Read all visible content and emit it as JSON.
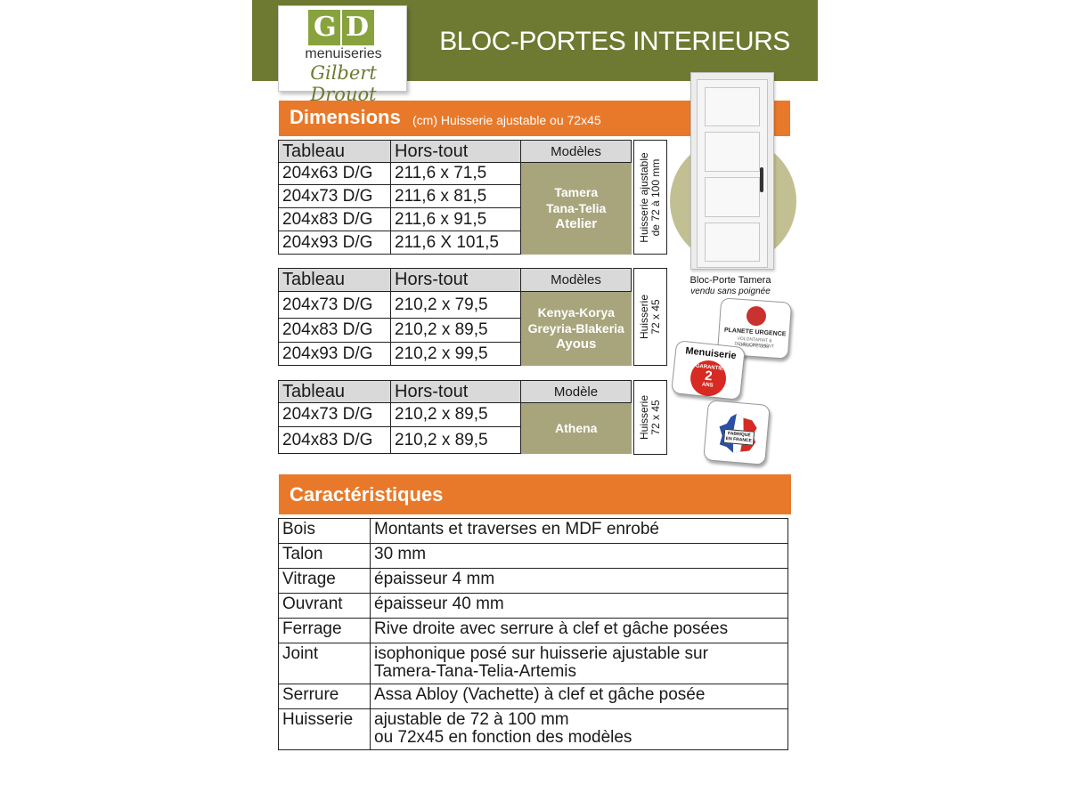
{
  "brand": {
    "logo_letters": "GD",
    "logo_word": "menuiseries",
    "logo_script": "Gilbert Drouot"
  },
  "title": "BLOC-PORTES INTERIEURS",
  "dimensions": {
    "heading": "Dimensions",
    "subheading": "(cm) Huisserie ajustable ou 72x45",
    "tables": [
      {
        "headers": [
          "Tableau",
          "Hors-tout",
          "Modèles"
        ],
        "rows": [
          [
            "204x63 D/G",
            "211,6 x 71,5"
          ],
          [
            "204x73 D/G",
            "211,6 x 81,5"
          ],
          [
            "204x83 D/G",
            "211,6 x 91,5"
          ],
          [
            "204x93 D/G",
            "211,6 X 101,5"
          ]
        ],
        "models": [
          "Tamera",
          "Tana-Telia",
          "Atelier"
        ],
        "side_label_1": "Huisserie ajustable",
        "side_label_2": "de 72 à 100 mm"
      },
      {
        "headers": [
          "Tableau",
          "Hors-tout",
          "Modèles"
        ],
        "rows": [
          [
            "204x73 D/G",
            "210,2 x 79,5"
          ],
          [
            "204x83 D/G",
            "210,2 x 89,5"
          ],
          [
            "204x93 D/G",
            "210,2 x 99,5"
          ]
        ],
        "models": [
          "Kenya-Korya",
          "Greyria-Blakeria",
          "Ayous"
        ],
        "side_label_1": "Huisserie",
        "side_label_2": "72 x 45"
      },
      {
        "headers": [
          "Tableau",
          "Hors-tout",
          "Modèle"
        ],
        "rows": [
          [
            "204x73 D/G",
            "210,2 x 89,5"
          ],
          [
            "204x83 D/G",
            "210,2 x 89,5"
          ]
        ],
        "models": [
          "Athena"
        ],
        "side_label_1": "Huisserie",
        "side_label_2": "72 x 45"
      }
    ]
  },
  "door": {
    "caption": "Bloc-Porte Tamera",
    "note": "vendu sans poignée"
  },
  "badges": {
    "planete_1": "PLANETE URGENCE",
    "planete_2": "VOLONTARIAT & DEVELOPPEMENT",
    "planete_3": "GROUPE SOS",
    "warranty_top": "Menuiserie",
    "warranty_a": "GARANTIE",
    "warranty_b": "2",
    "warranty_c": "ANS",
    "france_1": "FABRIQUÉ",
    "france_2": "EN FRANCE"
  },
  "characteristics": {
    "heading": "Caractéristiques",
    "rows": [
      {
        "key": "Bois",
        "value": "Montants et traverses en MDF enrobé"
      },
      {
        "key": "Talon",
        "value": "30 mm"
      },
      {
        "key": "Vitrage",
        "value": "épaisseur 4 mm"
      },
      {
        "key": "Ouvrant",
        "value": "épaisseur 40 mm"
      },
      {
        "key": "Ferrage",
        "value": "Rive droite avec serrure à clef et gâche posées"
      },
      {
        "key": "Joint",
        "value": "isophonique posé sur huisserie ajustable sur",
        "value2": "Tamera-Tana-Telia-Artemis"
      },
      {
        "key": "Serrure",
        "value": "Assa Abloy (Vachette) à clef et gâche posée"
      },
      {
        "key": "Huisserie",
        "value": "ajustable de 72 à 100 mm",
        "value2": "ou 72x45 en fonction des modèles"
      }
    ]
  },
  "colors": {
    "header_green": "#6e7a32",
    "orange": "#e8792a",
    "model_khaki": "#a8a57d",
    "header_gray": "#d9d9d9"
  }
}
